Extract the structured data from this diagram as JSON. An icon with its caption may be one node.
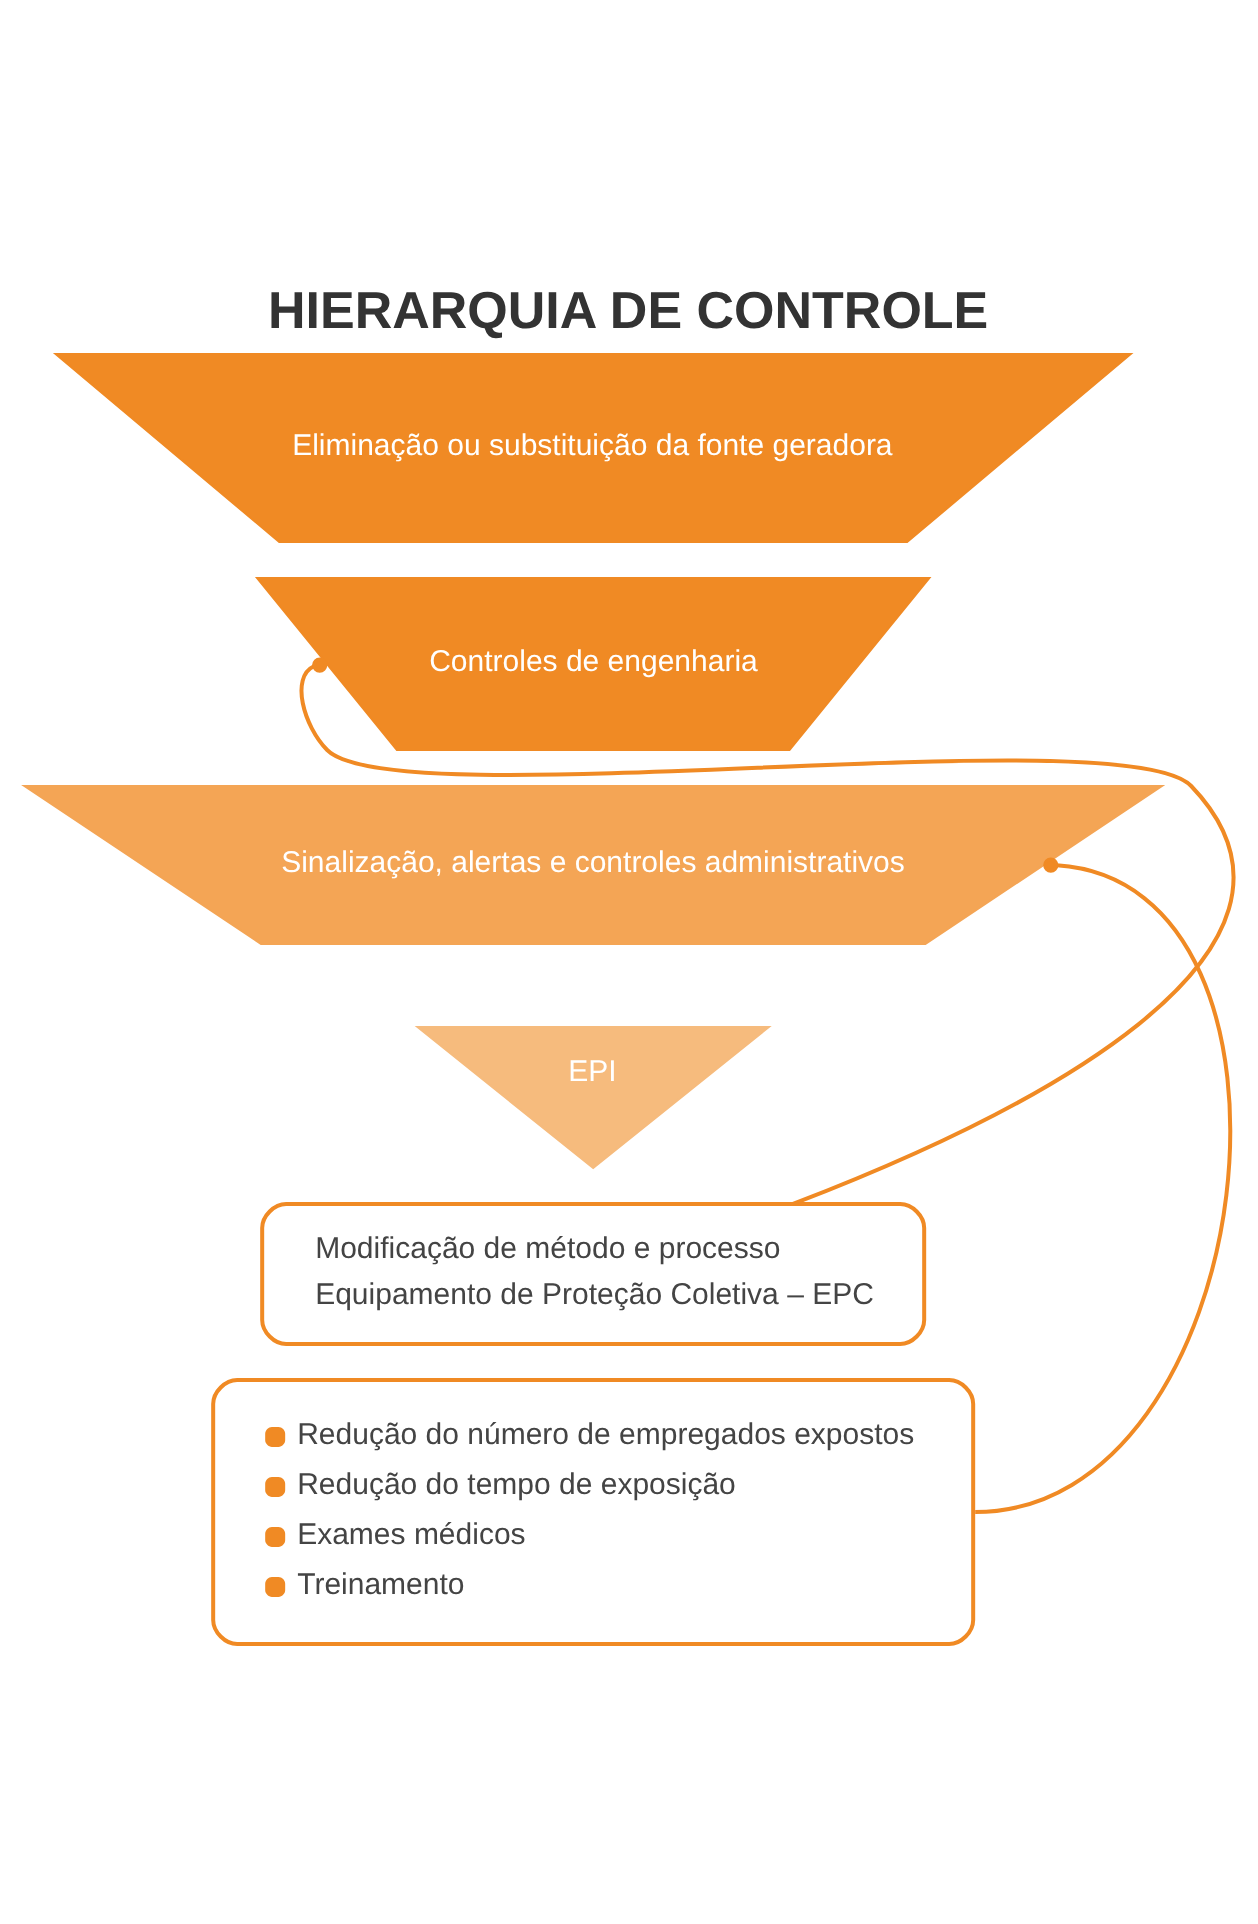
{
  "diagram": {
    "title": "HIERARQUIA DE CONTROLE",
    "nodes": [
      {
        "text": [
          "Eliminação ou substituição da fonte geradora"
        ]
      },
      {
        "text": [
          "Controles de engenharia"
        ]
      },
      {
        "text": [
          "Sinalização, alertas e controles administrativos"
        ]
      },
      {
        "text": [
          "EPI"
        ]
      },
      {
        "text": [
          "Modificação de método e processo",
          "Equipamento de Proteção Coletiva – EPC"
        ]
      },
      {
        "text": [
          "Redução do número de empregados expostos",
          "Redução do tempo de exposição",
          "Exames médicos",
          "Treinamento"
        ]
      }
    ],
    "edges": [
      {
        "from": 1,
        "to": 4,
        "arrow": "other"
      },
      {
        "from": 2,
        "to": 5,
        "arrow": "other"
      }
    ]
  }
}
